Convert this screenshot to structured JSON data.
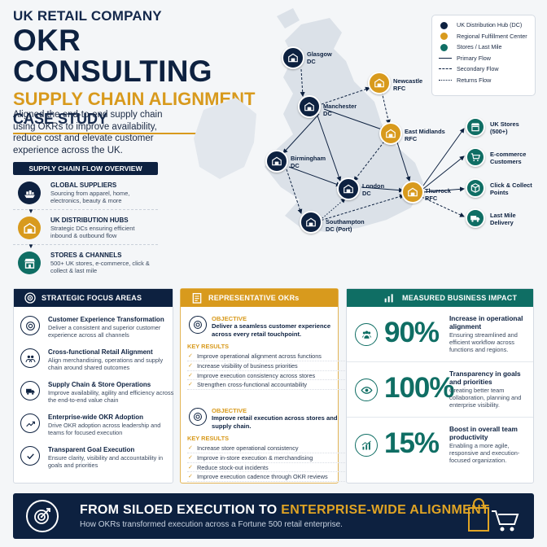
{
  "header": {
    "line1": "UK RETAIL COMPANY",
    "line2": "OKR CONSULTING",
    "line3": "SUPPLY CHAIN ALIGNMENT",
    "line4": "CASE STUDY"
  },
  "intro": "Aligned the end-to-end supply chain using OKRs to improve availability, reduce cost and elevate customer experience across the UK.",
  "flow_overview": {
    "title": "SUPPLY CHAIN FLOW OVERVIEW",
    "items": [
      {
        "title": "GLOBAL SUPPLIERS",
        "desc": "Sourcing from apparel, home, electronics, beauty & more",
        "icon": "ship-icon"
      },
      {
        "title": "UK DISTRIBUTION HUBS",
        "desc": "Strategic DCs ensuring efficient inbound & outbound flow",
        "icon": "warehouse-icon"
      },
      {
        "title": "STORES & CHANNELS",
        "desc": "500+ UK stores, e-commerce, click & collect & last mile",
        "icon": "store-icon"
      }
    ]
  },
  "map": {
    "nodes": {
      "glasgow": "Glasgow DC",
      "manchester": "Manchester DC",
      "birmingham": "Birmingham DC",
      "london": "London DC",
      "southampton": "Southampton DC (Port)",
      "newcastle": "Newcastle RFC",
      "east_midlands": "East Midlands RFC",
      "thurrock": "Thurrock RFC"
    },
    "outlets": {
      "uk_stores": "UK Stores (500+)",
      "ecommerce": "E-commerce Customers",
      "click_collect": "Click & Collect Points",
      "last_mile": "Last Mile Delivery"
    },
    "colors": {
      "dc": "#0d2140",
      "rfc": "#d89a1d",
      "store": "#0f6e64"
    }
  },
  "legend": {
    "dc": "UK Distribution Hub (DC)",
    "rfc": "Regional Fulfillment Center",
    "stores": "Stores / Last Mile",
    "primary": "Primary Flow",
    "secondary": "Secondary Flow",
    "returns": "Returns Flow"
  },
  "strategic": {
    "title": "STRATEGIC FOCUS AREAS",
    "items": [
      {
        "title": "Customer Experience Transformation",
        "desc": "Deliver a consistent and superior customer experience across all channels"
      },
      {
        "title": "Cross-functional Retail Alignment",
        "desc": "Align merchandising, operations and supply chain around shared outcomes"
      },
      {
        "title": "Supply Chain & Store Operations",
        "desc": "Improve availability, agility and efficiency across the end-to-end value chain"
      },
      {
        "title": "Enterprise-wide OKR Adoption",
        "desc": "Drive OKR adoption across leadership and teams for focused execution"
      },
      {
        "title": "Transparent Goal Execution",
        "desc": "Ensure clarity, visibility and accountability in goals and priorities"
      }
    ]
  },
  "okrs": {
    "title": "REPRESENTATIVE OKRs",
    "objective_label": "OBJECTIVE",
    "kr_label": "KEY RESULTS",
    "blocks": [
      {
        "objective": "Deliver a seamless customer experience across every retail touchpoint.",
        "krs": [
          "Improve operational alignment across functions",
          "Increase visibility of business priorities",
          "Improve execution consistency across stores",
          "Strengthen cross-functional accountability"
        ]
      },
      {
        "objective": "Improve retail execution across stores and supply chain.",
        "krs": [
          "Increase store operational consistency",
          "Improve in-store execution & merchandising",
          "Reduce stock-out incidents",
          "Improve execution cadence through OKR reviews"
        ]
      }
    ]
  },
  "impact": {
    "title": "MEASURED BUSINESS IMPACT",
    "items": [
      {
        "value": "90%",
        "title": "Increase in operational alignment",
        "desc": "Ensuring streamlined and efficient workflow across functions and regions."
      },
      {
        "value": "100%",
        "title": "Transparency in goals and priorities",
        "desc": "Creating better team collaboration, planning and enterprise visibility."
      },
      {
        "value": "15%",
        "title": "Boost in overall team productivity",
        "desc": "Enabling a more agile, responsive and execution-focused organization."
      }
    ]
  },
  "footer": {
    "title_start": "FROM SILOED EXECUTION TO ",
    "title_accent": "ENTERPRISE-WIDE ALIGNMENT",
    "subtitle": "How OKRs transformed execution across a Fortune 500 retail enterprise."
  }
}
